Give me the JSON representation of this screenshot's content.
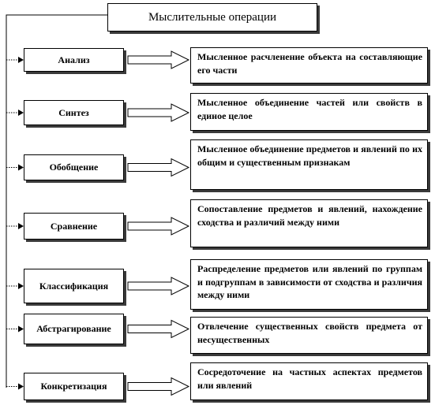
{
  "title": "Мыслительные операции",
  "operations": [
    {
      "name": "Анализ",
      "description": "Мысленное расчленение объекта на составляющие его части"
    },
    {
      "name": "Синтез",
      "description": "Мысленное объединение частей или свойств в единое целое"
    },
    {
      "name": "Обобщение",
      "description": "Мысленное объединение предметов и явлений по их общим и существенным признакам"
    },
    {
      "name": "Сравнение",
      "description": "Сопоставление предметов и явлений, нахождение сходства и различий между ними"
    },
    {
      "name": "Классификация",
      "description": "Распределение предметов или явлений по группам и подгруппам в зависимости от сходства и различия между ними"
    },
    {
      "name": "Абстрагирование",
      "description": "Отвлечение существенных свойств предмета от несущественных"
    },
    {
      "name": "Конкретизация",
      "description": "Сосредоточение на частных аспектах предметов или явлений"
    }
  ]
}
